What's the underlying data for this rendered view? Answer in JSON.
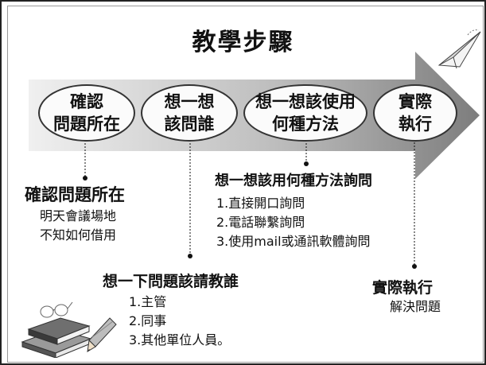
{
  "title": "教學步驟",
  "steps": [
    {
      "line1": "確認",
      "line2": "問題所在"
    },
    {
      "line1": "想一想",
      "line2": "該問誰"
    },
    {
      "line1": "想一想該使用",
      "line2": "何種方法"
    },
    {
      "line1": "實際",
      "line2": "執行"
    }
  ],
  "blocks": {
    "confirm": {
      "heading": "確認問題所在",
      "lines": [
        "明天會議場地",
        "不知如何借用"
      ]
    },
    "who": {
      "heading": "想一下問題該請教誰",
      "lines": [
        "1.主管",
        "2.同事",
        "3.其他單位人員。"
      ]
    },
    "method": {
      "heading": "想一想該用何種方法詢問",
      "lines": [
        "1.直接開口詢問",
        "2.電話聯繫詢問",
        "3.使用mail或通訊軟體詢問"
      ]
    },
    "execute": {
      "heading": "實際執行",
      "lines": [
        "解決問題"
      ]
    }
  },
  "colors": {
    "arrow_light": "#e6e6e6",
    "arrow_dark": "#8c8c8c",
    "outline": "#333333"
  },
  "icons": [
    "paper-airplane-icon",
    "books-icon",
    "pencil-icon",
    "glasses-icon"
  ]
}
